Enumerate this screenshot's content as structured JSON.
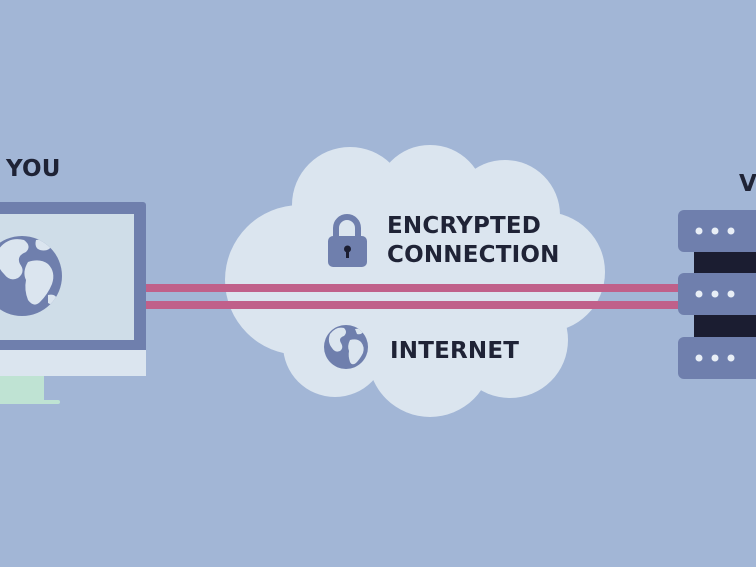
{
  "labels": {
    "you": "YOU",
    "server_partial": "V",
    "encrypted_line1": "ENCRYPTED",
    "encrypted_line2": "CONNECTION",
    "internet": "INTERNET"
  },
  "icons": {
    "computer": "monitor-icon",
    "lock": "padlock-icon",
    "globe": "globe-icon",
    "server": "server-rack-icon",
    "cloud": "cloud-shape"
  },
  "colors": {
    "background": "#a2b6d6",
    "cloud": "#dbe5ef",
    "tunnel": "#c0608a",
    "monitor_frame": "#6f7fad",
    "monitor_screen": "#cfdde8",
    "globe_ocean": "#6f7fad",
    "globe_land": "#dbe5ef",
    "server_unit": "#6f7fad",
    "server_gap": "#1b1d31",
    "text": "#1f2336"
  }
}
